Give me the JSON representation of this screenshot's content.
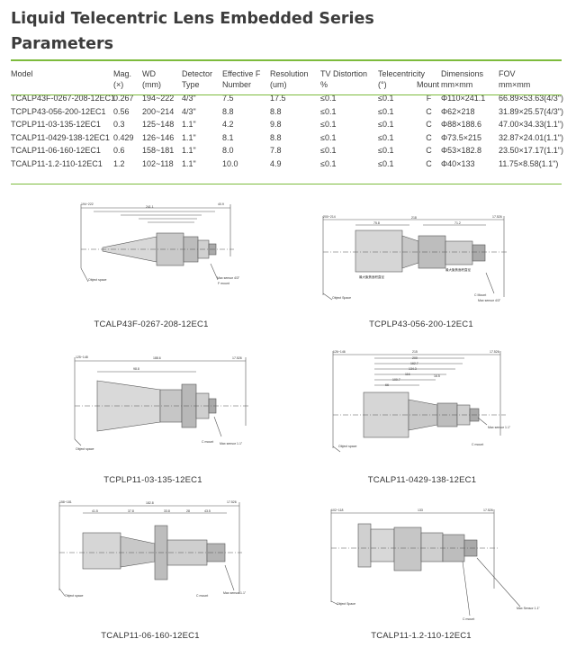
{
  "title_line1": "Liquid Telecentric Lens Embedded Series",
  "title_line2": "Parameters",
  "headers": {
    "model": "Model",
    "mag": [
      "Mag.",
      "(×)"
    ],
    "wd": [
      "WD",
      "(mm)"
    ],
    "detector": [
      "Detector",
      "Type"
    ],
    "effective_f": [
      "Effective F",
      "Number"
    ],
    "resolution": [
      "Resolution",
      "(um)"
    ],
    "tv_distortion": [
      "TV Distortion",
      "%"
    ],
    "telecentricity": [
      "Telecentricity",
      "(°)"
    ],
    "mount": "Mount",
    "dimensions": [
      "Dimensions",
      "mm×mm"
    ],
    "fov": [
      "FOV",
      "mm×mm"
    ]
  },
  "rows": [
    [
      "TCALP43F-0267-208-12EC1",
      "0.267",
      "194~222",
      "4/3\"",
      "7.5",
      "17.5",
      "≤0.1",
      "≤0.1",
      "F",
      "Φ110×241.1",
      "66.89×53.63(4/3\")"
    ],
    [
      "TCPLP43-056-200-12EC1",
      "0.56",
      "200~214",
      "4/3\"",
      "8.8",
      "8.8",
      "≤0.1",
      "≤0.1",
      "C",
      "Φ62×218",
      "31.89×25.57(4/3\")"
    ],
    [
      "TCPLP11-03-135-12EC1",
      "0.3",
      "125~148",
      "1.1\"",
      "4.2",
      "9.8",
      "≤0.1",
      "≤0.1",
      "C",
      "Φ88×188.6",
      "47.00×34.33(1.1\")"
    ],
    [
      "TCALP11-0429-138-12EC1",
      "0.429",
      "126~146",
      "1.1\"",
      "8.1",
      "8.8",
      "≤0.1",
      "≤0.1",
      "C",
      "Φ73.5×215",
      "32.87×24.01(1.1\")"
    ],
    [
      "TCALP11-06-160-12EC1",
      "0.6",
      "158~181",
      "1.1\"",
      "8.0",
      "7.8",
      "≤0.1",
      "≤0.1",
      "C",
      "Φ53×182.8",
      "23.50×17.17(1.1\")"
    ],
    [
      "TCALP11-1.2-110-12EC1",
      "1.2",
      "102~118",
      "1.1\"",
      "10.0",
      "4.9",
      "≤0.1",
      "≤0.1",
      "C",
      "Φ40×133",
      "11.75×8.58(1.1\")"
    ]
  ],
  "diagrams": [
    {
      "caption": "TCALP43F-0267-208-12EC1",
      "labels": {
        "object": "Object space",
        "sensor": "Max sensor 4/3\"",
        "mount": "F mount",
        "d1": "241.1",
        "d2": "40.9",
        "d3": "194~222"
      }
    },
    {
      "caption": "TCPLP43-056-200-12EC1",
      "labels": {
        "object": "Object Space",
        "sensor": "Max sensor 4/3\"",
        "mount": "C Mount",
        "d1": "218",
        "d2": "17.526",
        "d3": "200~214",
        "d4": "71.2",
        "d5": "75.8",
        "note1": "最大聚焦面积直径",
        "note2": "最大聚焦面积直径"
      }
    },
    {
      "caption": "TCPLP11-03-135-12EC1",
      "labels": {
        "object": "Object space",
        "sensor": "Max sensor 1.1\"",
        "mount": "C mount",
        "d1": "188.6",
        "d2": "17.526",
        "d3": "125~148",
        "d4": "98.8"
      }
    },
    {
      "caption": "TCALP11-0429-138-12EC1",
      "labels": {
        "object": "Object space",
        "sensor": "Max sensor 1.1\"",
        "mount": "C mount",
        "d1": "215",
        "d2": "17.526",
        "d3": "126~146",
        "d4": "200",
        "d5": "162.7",
        "d6": "134.3",
        "d7": "116",
        "d8": "100.7",
        "d9": "66",
        "d10": "16.5"
      }
    },
    {
      "caption": "TCALP11-06-160-12EC1",
      "labels": {
        "object": "Object space",
        "sensor": "Max sensor 1.1\"",
        "mount": "C mount",
        "d1": "182.8",
        "d2": "17.526",
        "d3": "158~181",
        "d4": "41.5",
        "d5": "37.8",
        "d6": "33.8",
        "d7": "28",
        "d8": "43.5"
      }
    },
    {
      "caption": "TCALP11-1.2-110-12EC1",
      "labels": {
        "object": "Object Space",
        "sensor": "Max Sensor 1.1\"",
        "mount": "C mount",
        "d1": "133",
        "d2": "17.526",
        "d3": "102~118"
      }
    }
  ],
  "colors": {
    "accent": "#7dbb3c",
    "text": "#333333",
    "line": "#555555"
  }
}
